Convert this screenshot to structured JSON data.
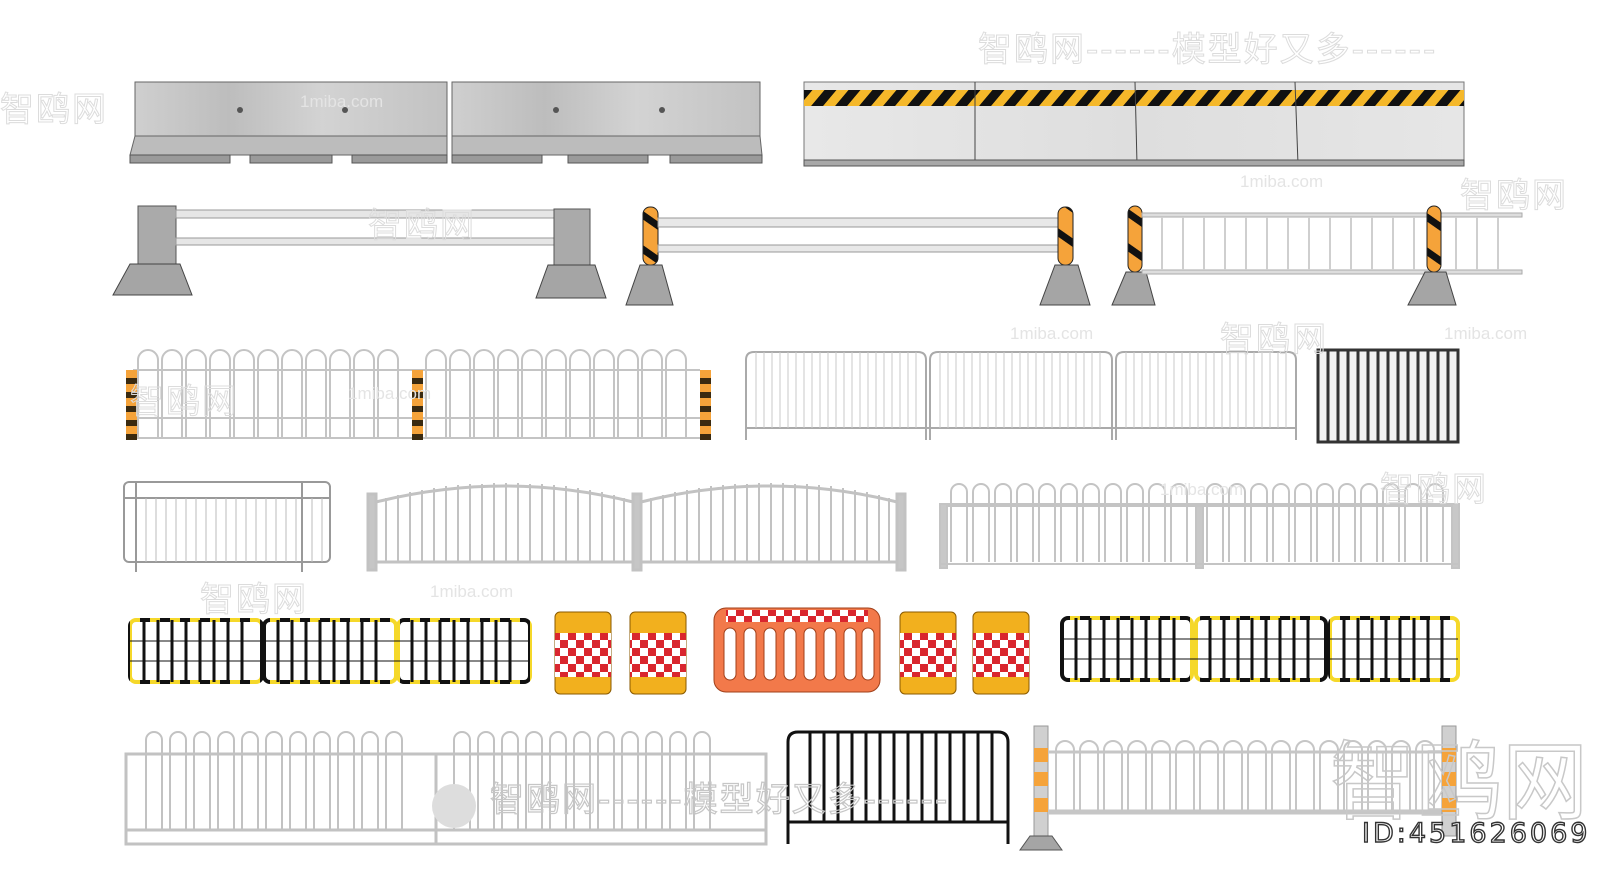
{
  "watermarks": {
    "site_cn": "智鸥网",
    "slogan": "智鸥网------模型好又多------",
    "site_en": "1miba.com",
    "dash": "------"
  },
  "asset_id": "ID:451626069",
  "colors": {
    "concrete": "#c9c9c9",
    "concrete_dark": "#8f8f8f",
    "hazard_yellow": "#f5b82a",
    "hazard_black": "#111111",
    "orange": "#f5a33a",
    "rail_gray": "#bdbdbd",
    "red": "#d9262e",
    "plastic_orange": "#f2794a",
    "drum_yellow": "#f2b01e"
  },
  "rows": [
    {
      "name": "row-1",
      "items": [
        "concrete-jersey-barrier",
        "concrete-jersey-barrier",
        "hazard-striped-concrete-barrier x4"
      ]
    },
    {
      "name": "row-2",
      "items": [
        "concrete-base-pipe-rail",
        "orange-striped-post-pipe-rail",
        "orange-striped-post-panel-fence"
      ]
    },
    {
      "name": "row-3",
      "items": [
        "arched-picket-fence-with-striped-posts",
        "crowd-control-barricade x3",
        "dark-steel-panel"
      ]
    },
    {
      "name": "row-4",
      "items": [
        "bike-rack-barrier",
        "arched-top-gate-fence x2",
        "arched-picket-fence"
      ]
    },
    {
      "name": "row-5",
      "items": [
        "yellow-black-mesh-barrier x3",
        "red-white-drum x2",
        "orange-plastic-water-barrier",
        "red-white-drum x2",
        "yellow-black-mesh-barrier x3"
      ]
    },
    {
      "name": "row-6",
      "items": [
        "loop-top-picket-fence x2",
        "black-crowd-barricade",
        "picket-fence-with-orange-posts"
      ]
    }
  ]
}
